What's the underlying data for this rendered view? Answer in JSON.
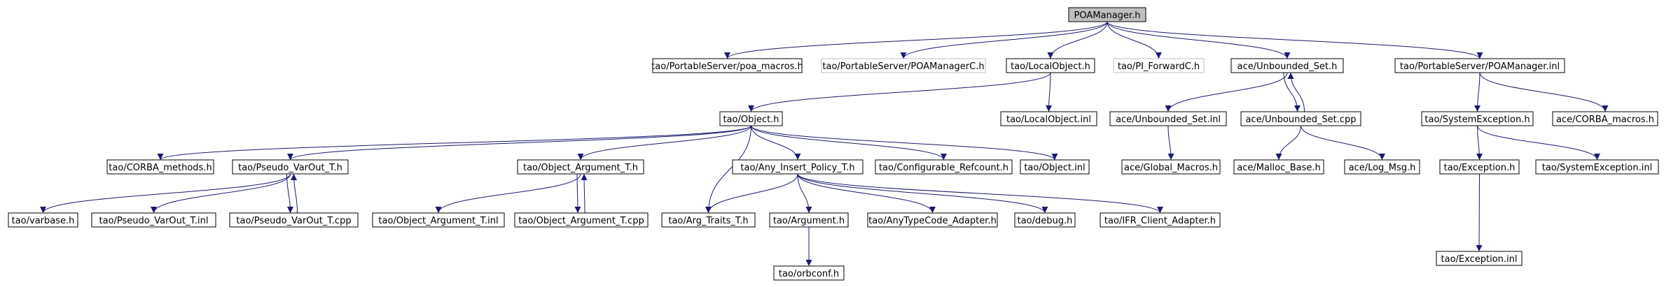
{
  "colors": {
    "edge": "#191970",
    "node_border": "#000000",
    "node_border_undocumented": "#bfbfbf",
    "root_fill": "#bfbfbf",
    "node_fill": "#ffffff",
    "background": "#ffffff"
  },
  "nodes": [
    {
      "id": "poamanager_h",
      "label": "POAManager.h",
      "style": "root"
    },
    {
      "id": "poa_macros",
      "label": "tao/PortableServer/poa_macros.h",
      "style": "normal"
    },
    {
      "id": "poamanagerc",
      "label": "tao/PortableServer/POAManagerC.h",
      "style": "undocumented"
    },
    {
      "id": "localobject_h",
      "label": "tao/LocalObject.h",
      "style": "normal"
    },
    {
      "id": "pi_forwardc",
      "label": "tao/PI_ForwardC.h",
      "style": "undocumented"
    },
    {
      "id": "unbounded_set_h",
      "label": "ace/Unbounded_Set.h",
      "style": "normal"
    },
    {
      "id": "poamanager_inl",
      "label": "tao/PortableServer/POAManager.inl",
      "style": "normal"
    },
    {
      "id": "object_h",
      "label": "tao/Object.h",
      "style": "normal"
    },
    {
      "id": "localobject_inl",
      "label": "tao/LocalObject.inl",
      "style": "normal"
    },
    {
      "id": "unbounded_set_inl",
      "label": "ace/Unbounded_Set.inl",
      "style": "normal"
    },
    {
      "id": "unbounded_set_cpp",
      "label": "ace/Unbounded_Set.cpp",
      "style": "normal"
    },
    {
      "id": "systemexception_h",
      "label": "tao/SystemException.h",
      "style": "normal"
    },
    {
      "id": "corba_macros",
      "label": "ace/CORBA_macros.h",
      "style": "normal"
    },
    {
      "id": "corba_methods",
      "label": "tao/CORBA_methods.h",
      "style": "normal"
    },
    {
      "id": "pseudo_varout_h",
      "label": "tao/Pseudo_VarOut_T.h",
      "style": "normal"
    },
    {
      "id": "object_argument_h",
      "label": "tao/Object_Argument_T.h",
      "style": "normal"
    },
    {
      "id": "any_insert_policy",
      "label": "tao/Any_Insert_Policy_T.h",
      "style": "normal"
    },
    {
      "id": "configurable_refcount",
      "label": "tao/Configurable_Refcount.h",
      "style": "normal"
    },
    {
      "id": "object_inl",
      "label": "tao/Object.inl",
      "style": "normal"
    },
    {
      "id": "global_macros",
      "label": "ace/Global_Macros.h",
      "style": "normal"
    },
    {
      "id": "malloc_base",
      "label": "ace/Malloc_Base.h",
      "style": "normal"
    },
    {
      "id": "log_msg",
      "label": "ace/Log_Msg.h",
      "style": "normal"
    },
    {
      "id": "exception_h",
      "label": "tao/Exception.h",
      "style": "normal"
    },
    {
      "id": "systemexception_inl",
      "label": "tao/SystemException.inl",
      "style": "normal"
    },
    {
      "id": "varbase",
      "label": "tao/varbase.h",
      "style": "normal"
    },
    {
      "id": "pseudo_varout_inl",
      "label": "tao/Pseudo_VarOut_T.inl",
      "style": "normal"
    },
    {
      "id": "pseudo_varout_cpp",
      "label": "tao/Pseudo_VarOut_T.cpp",
      "style": "normal"
    },
    {
      "id": "object_argument_inl",
      "label": "tao/Object_Argument_T.inl",
      "style": "normal"
    },
    {
      "id": "object_argument_cpp",
      "label": "tao/Object_Argument_T.cpp",
      "style": "normal"
    },
    {
      "id": "arg_traits",
      "label": "tao/Arg_Traits_T.h",
      "style": "normal"
    },
    {
      "id": "argument_h",
      "label": "tao/Argument.h",
      "style": "normal"
    },
    {
      "id": "anytypecode_adapter",
      "label": "tao/AnyTypeCode_Adapter.h",
      "style": "normal"
    },
    {
      "id": "debug_h",
      "label": "tao/debug.h",
      "style": "normal"
    },
    {
      "id": "ifr_client_adapter",
      "label": "tao/IFR_Client_Adapter.h",
      "style": "normal"
    },
    {
      "id": "exception_inl",
      "label": "tao/Exception.inl",
      "style": "normal"
    },
    {
      "id": "orbconf",
      "label": "tao/orbconf.h",
      "style": "normal"
    }
  ],
  "edges": [
    {
      "from": "poamanager_h",
      "to": "poa_macros"
    },
    {
      "from": "poamanager_h",
      "to": "poamanagerc"
    },
    {
      "from": "poamanager_h",
      "to": "localobject_h"
    },
    {
      "from": "poamanager_h",
      "to": "pi_forwardc"
    },
    {
      "from": "poamanager_h",
      "to": "unbounded_set_h"
    },
    {
      "from": "poamanager_h",
      "to": "poamanager_inl"
    },
    {
      "from": "localobject_h",
      "to": "object_h"
    },
    {
      "from": "localobject_h",
      "to": "localobject_inl"
    },
    {
      "from": "unbounded_set_h",
      "to": "unbounded_set_inl"
    },
    {
      "from": "unbounded_set_h",
      "to": "unbounded_set_cpp"
    },
    {
      "from": "unbounded_set_cpp",
      "to": "unbounded_set_h"
    },
    {
      "from": "poamanager_inl",
      "to": "systemexception_h"
    },
    {
      "from": "poamanager_inl",
      "to": "corba_macros"
    },
    {
      "from": "object_h",
      "to": "corba_methods"
    },
    {
      "from": "object_h",
      "to": "pseudo_varout_h"
    },
    {
      "from": "object_h",
      "to": "object_argument_h"
    },
    {
      "from": "object_h",
      "to": "arg_traits"
    },
    {
      "from": "object_h",
      "to": "any_insert_policy"
    },
    {
      "from": "object_h",
      "to": "configurable_refcount"
    },
    {
      "from": "object_h",
      "to": "object_inl"
    },
    {
      "from": "unbounded_set_inl",
      "to": "global_macros"
    },
    {
      "from": "unbounded_set_cpp",
      "to": "malloc_base"
    },
    {
      "from": "unbounded_set_cpp",
      "to": "log_msg"
    },
    {
      "from": "systemexception_h",
      "to": "exception_h"
    },
    {
      "from": "systemexception_h",
      "to": "systemexception_inl"
    },
    {
      "from": "exception_h",
      "to": "exception_inl"
    },
    {
      "from": "pseudo_varout_h",
      "to": "varbase"
    },
    {
      "from": "pseudo_varout_h",
      "to": "pseudo_varout_inl"
    },
    {
      "from": "pseudo_varout_h",
      "to": "pseudo_varout_cpp"
    },
    {
      "from": "pseudo_varout_cpp",
      "to": "pseudo_varout_h"
    },
    {
      "from": "object_argument_h",
      "to": "object_argument_inl"
    },
    {
      "from": "object_argument_h",
      "to": "object_argument_cpp"
    },
    {
      "from": "object_argument_cpp",
      "to": "object_argument_h"
    },
    {
      "from": "any_insert_policy",
      "to": "arg_traits"
    },
    {
      "from": "any_insert_policy",
      "to": "argument_h"
    },
    {
      "from": "any_insert_policy",
      "to": "anytypecode_adapter"
    },
    {
      "from": "any_insert_policy",
      "to": "debug_h"
    },
    {
      "from": "any_insert_policy",
      "to": "ifr_client_adapter"
    },
    {
      "from": "argument_h",
      "to": "orbconf"
    }
  ]
}
